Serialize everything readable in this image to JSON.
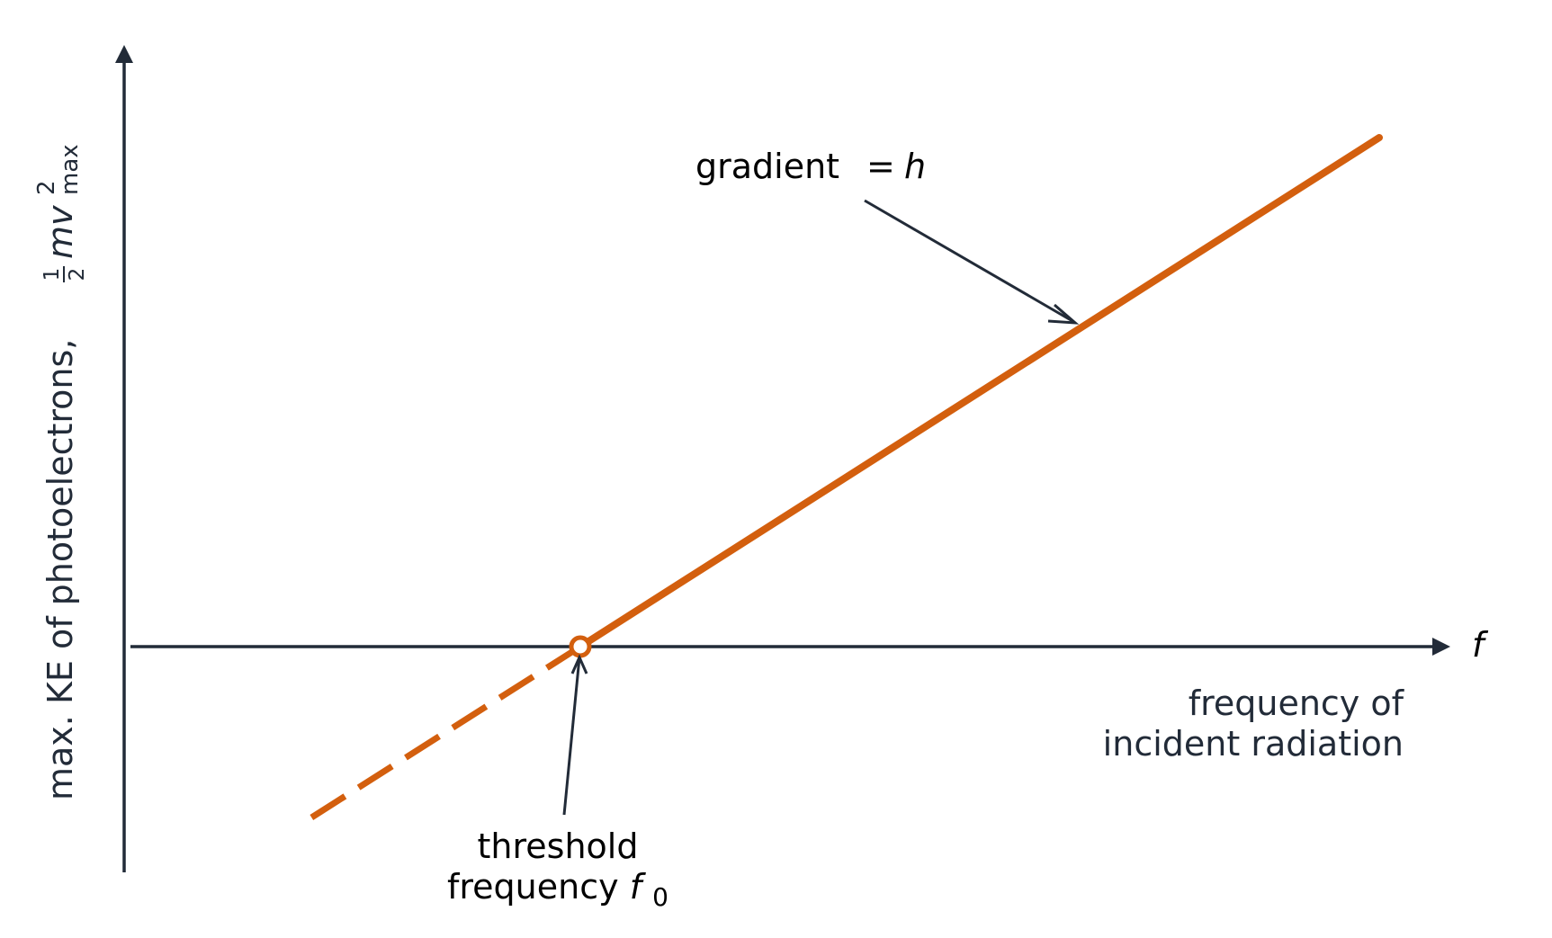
{
  "colors": {
    "axis": "#222b38",
    "line": "#d35f0e",
    "text": "#000000",
    "background": "#ffffff"
  },
  "x_axis": {
    "symbol": "f",
    "label_line1": "frequency of",
    "label_line2": "incident radiation"
  },
  "y_axis": {
    "label_text": "max. KE of photoelectrons, ",
    "fraction_num": "1",
    "fraction_den": "2",
    "expr": "mv",
    "exponent": "2",
    "subscript": "max"
  },
  "annotations": {
    "gradient_text": "gradient",
    "gradient_equals": "=",
    "gradient_symbol": "h",
    "threshold_line1": "threshold",
    "threshold_line2": "frequency ",
    "threshold_symbol": "f",
    "threshold_subscript": "0"
  }
}
